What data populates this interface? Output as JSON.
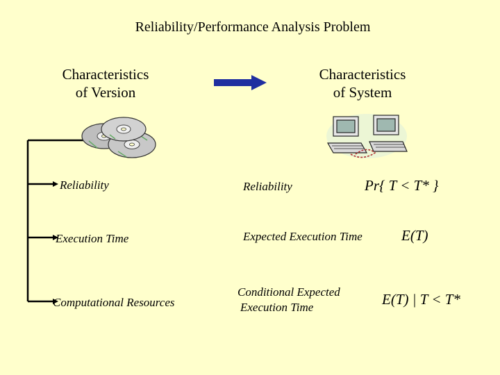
{
  "title": "Reliability/Performance Analysis Problem",
  "left_heading": {
    "line1": "Characteristics",
    "line2": "of Version"
  },
  "right_heading": {
    "line1": "Characteristics",
    "line2": "of System"
  },
  "version_items": [
    "Reliability",
    "Execution Time",
    "Computational Resources"
  ],
  "system_items": [
    {
      "label": "Reliability",
      "measure": "Pr{ T < T* }"
    },
    {
      "label": "Expected Execution Time",
      "measure": "E(T)"
    },
    {
      "label_line1": "Conditional Expected",
      "label_line2": "Execution Time",
      "measure": "E(T) | T < T*"
    }
  ],
  "icons": {
    "version": "cd-discs-icon",
    "system": "networked-computers-icon"
  },
  "colors": {
    "background": "#FFFFCC",
    "arrow": "#1F2FA0",
    "text": "#000000"
  }
}
